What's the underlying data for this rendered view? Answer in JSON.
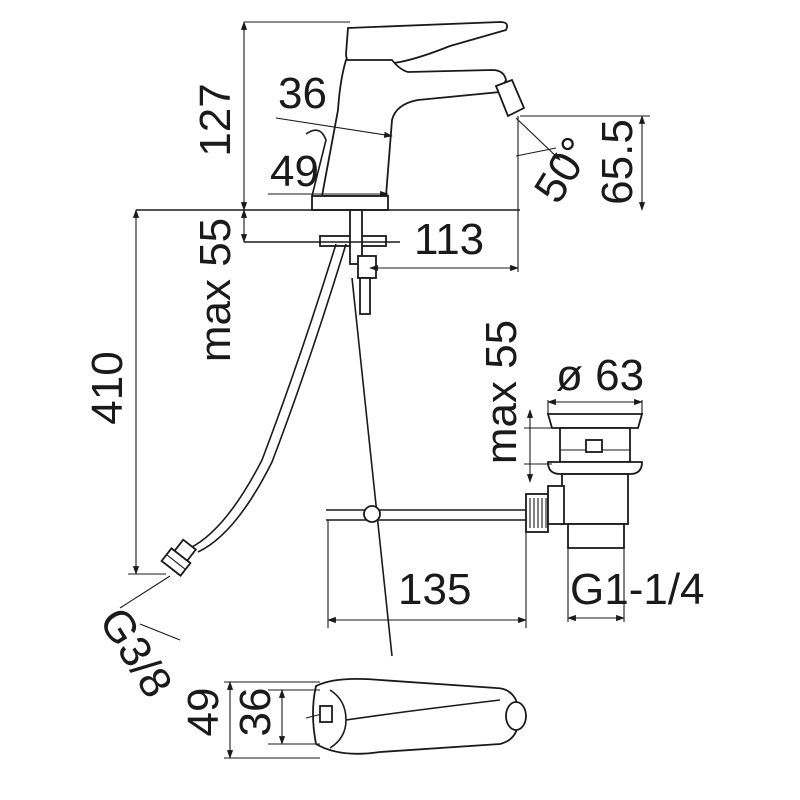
{
  "drawing": {
    "line_color": "#1a1a1a",
    "background": "#ffffff",
    "dimensions": {
      "height_total": "127",
      "spout_width": "36",
      "base_width": "49",
      "spout_angle": "50°",
      "spout_height": "65.5",
      "deck_thickness": "max 55",
      "spout_reach": "113",
      "hose_length": "410",
      "hose_thread": "G3/8",
      "waste_deck": "max 55",
      "waste_diameter": "ø 63",
      "waste_rod": "135",
      "waste_thread": "G1-1/4",
      "top_depth": "49",
      "top_width": "36"
    }
  }
}
